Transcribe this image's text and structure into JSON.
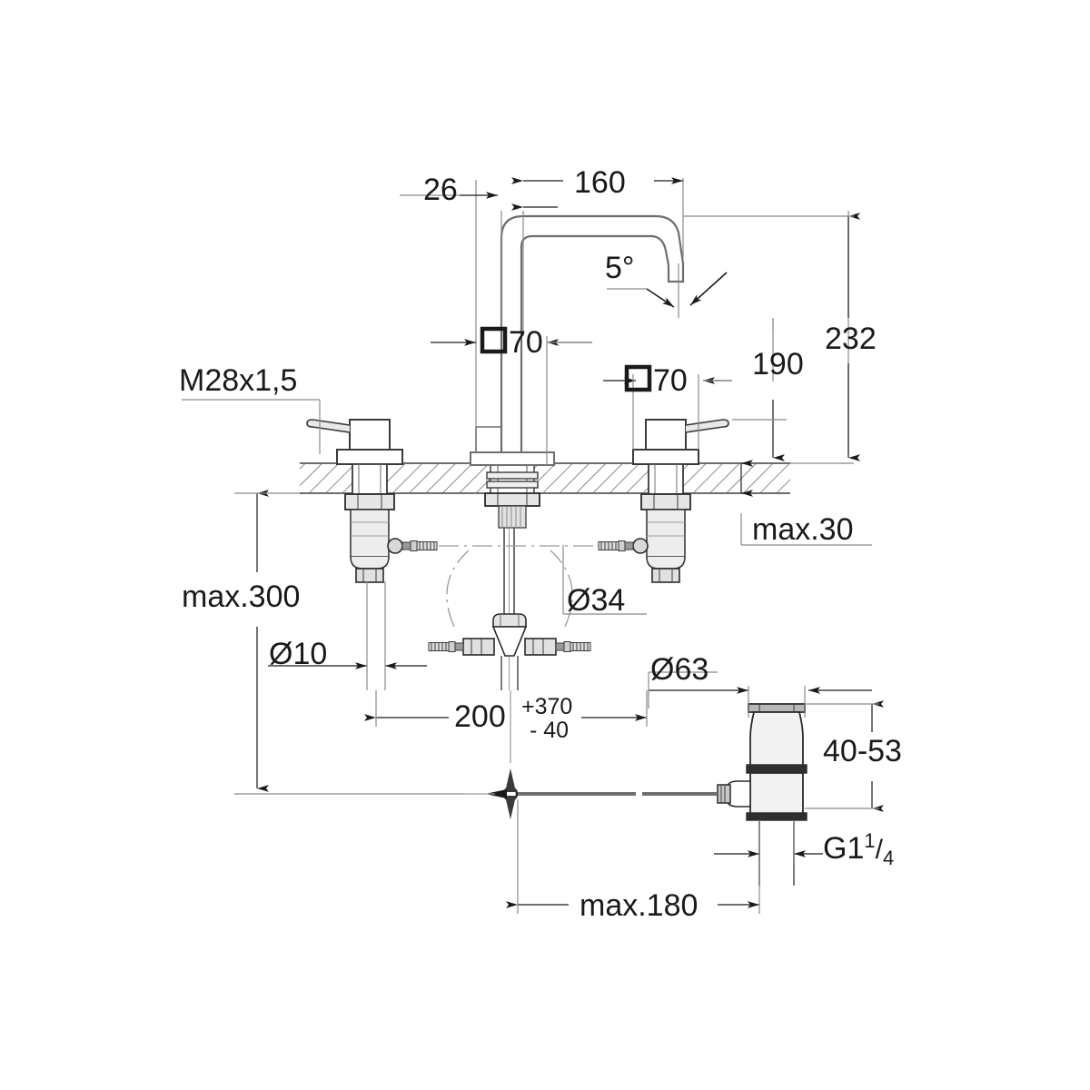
{
  "drawing": {
    "title": "Three-hole basin mixer installation drawing",
    "type": "technical-dimension-drawing",
    "units": "mm",
    "line_color": "#6e6e6e",
    "dim_color": "#808080",
    "text_color": "#1a1a1a",
    "background": "#ffffff"
  },
  "dimensions": {
    "spout_offset_26": "26",
    "spout_reach_160": "160",
    "spout_angle_5deg": "5°",
    "square_70_spout": "70",
    "square_70_handle": "70",
    "height_190": "190",
    "height_232": "232",
    "thread_m28": "M28x1,5",
    "max_30": "max.30",
    "max_300": "max.300",
    "dia_10": "10",
    "dia_34": "34",
    "dia_63": "63",
    "spread_200": "200",
    "tol_plus": "+370",
    "tol_minus": "- 40",
    "range_40_53": "40-53",
    "thread_g114_main": "G1",
    "thread_g114_num": "1",
    "thread_g114_slash": "/",
    "thread_g114_den": "4",
    "max_180": "max.180"
  },
  "symbols": {
    "square_prefix": "square-symbol",
    "diameter_prefix": "Ø",
    "degree": "°"
  },
  "parts": {
    "spout": "gooseneck-spout",
    "left_handle": "left-lever-handle",
    "right_handle": "right-lever-handle",
    "countertop": "countertop-section-hatched",
    "supply_hoses": "flexible-supply-hoses",
    "tee_fitting": "tee-connector",
    "pop_up_drain": "pop-up-drain-body",
    "lift_rod": "lift-rod-linkage"
  }
}
